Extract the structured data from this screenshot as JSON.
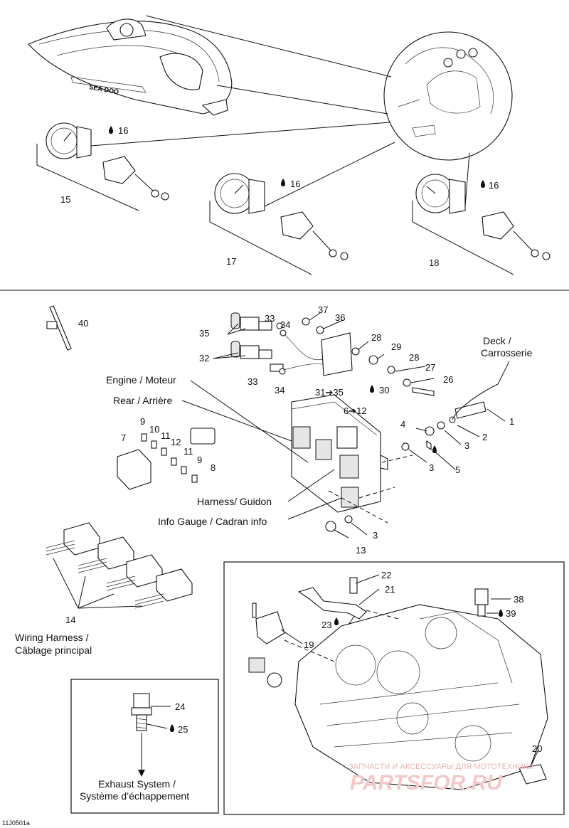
{
  "callouts": {
    "n1": "1",
    "n2": "2",
    "n3a": "3",
    "n3b": "3",
    "n3c": "3",
    "n4": "4",
    "n5": "5",
    "n6_12": "6➔12",
    "n7": "7",
    "n8": "8",
    "n9a": "9",
    "n9b": "9",
    "n10": "10",
    "n11a": "11",
    "n11b": "11",
    "n12": "12",
    "n13": "13",
    "n14": "14",
    "n15": "15",
    "n16a": "16",
    "n16b": "16",
    "n16c": "16",
    "n17": "17",
    "n18": "18",
    "n19": "19",
    "n20": "20",
    "n21": "21",
    "n22": "22",
    "n23": "23",
    "n24": "24",
    "n25": "25",
    "n26": "26",
    "n27": "27",
    "n28a": "28",
    "n28b": "28",
    "n29": "29",
    "n30": "30",
    "n31_35": "31➔35",
    "n32": "32",
    "n33a": "33",
    "n33b": "33",
    "n34a": "34",
    "n34b": "34",
    "n35": "35",
    "n36": "36",
    "n37": "37",
    "n38": "38",
    "n39": "39",
    "n40": "40"
  },
  "labels": {
    "deck_1": "Deck /",
    "deck_2": "Carrosserie",
    "engine": "Engine / Moteur",
    "rear": "Rear / Arrière",
    "harness": "Harness/ Guidon",
    "info_gauge": "Info Gauge / Cadran info",
    "wiring_1": "Wiring Harness /",
    "wiring_2": "Câblage principal",
    "exhaust_1": "Exhaust System /",
    "exhaust_2": "Système d’échappement"
  },
  "watermark": {
    "line1": "ЗАПЧАСТИ И АКСЕССУАРЫ ДЛЯ МОТОТЕХНИКИ",
    "line2": "PARTSFOR.RU"
  },
  "reference_code": "11J0501a",
  "colors": {
    "line": "#111111",
    "watermark": "#e8b4b4"
  }
}
